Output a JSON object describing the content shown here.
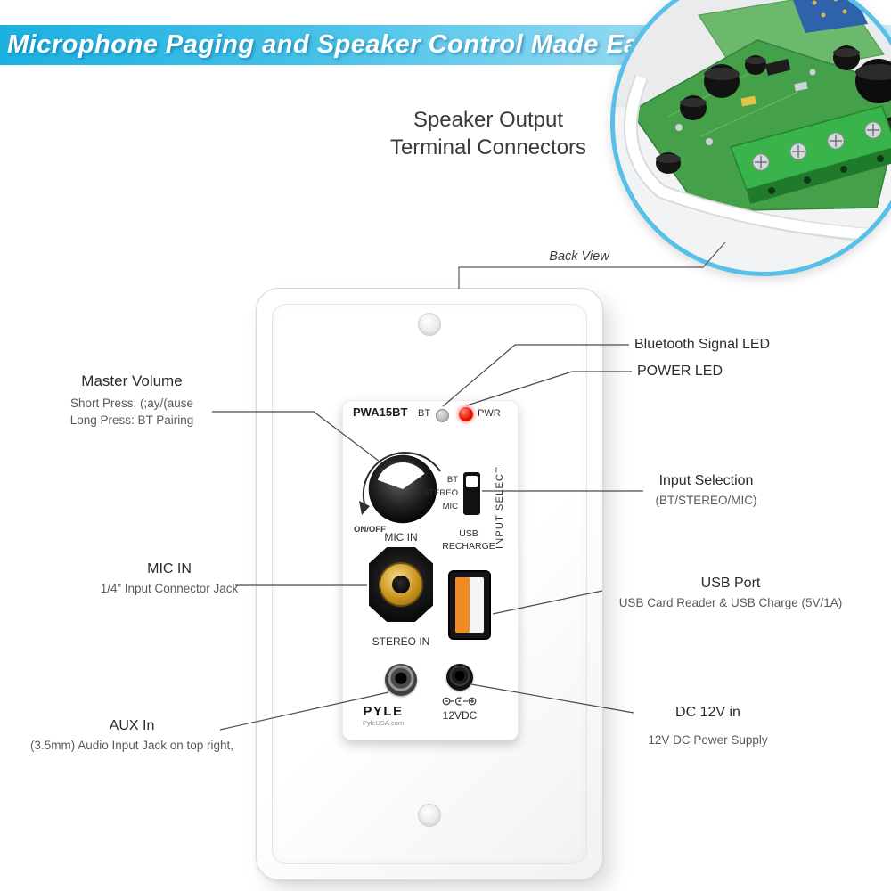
{
  "banner": {
    "title": "Microphone Paging and Speaker Control Made Easy"
  },
  "inset": {
    "caption_line1": "Speaker Output",
    "caption_line2": "Terminal Connectors"
  },
  "back_view_label": "Back View",
  "device": {
    "model": "PWA15BT",
    "bt_label": "BT",
    "pwr_label": "PWR",
    "onoff_label": "ON/OFF",
    "input_select_label": "INPUT SELECT",
    "switch_options": [
      "BT",
      "STEREO",
      "MIC"
    ],
    "mic_in_label": "MIC IN",
    "usb_line1": "USB",
    "usb_line2": "RECHARGE",
    "stereo_in_label": "STEREO IN",
    "dc_label": "12VDC",
    "brand": "PYLE",
    "brand_site": "PyleUSA.com"
  },
  "callouts": {
    "master_volume": {
      "title": "Master Volume",
      "line1": "Short Press: (;ay/(ause",
      "line2": "Long Press: BT Pairing"
    },
    "mic_in": {
      "title": "MIC IN",
      "line1": "1/4” Input Connector Jack"
    },
    "aux_in": {
      "title": "AUX In",
      "line1": "(3.5mm) Audio Input Jack on top right,"
    },
    "bluetooth_led": {
      "title": "Bluetooth Signal LED"
    },
    "power_led": {
      "title": "POWER LED"
    },
    "input_selection": {
      "title": "Input Selection",
      "line1": "(BT/STEREO/MIC)"
    },
    "usb_port": {
      "title": "USB Port",
      "line1": "USB Card Reader & USB Charge (5V/1A)"
    },
    "dc_in": {
      "title": "DC 12V in",
      "line1": "12V DC Power Supply"
    }
  },
  "colors": {
    "banner_start": "#1ab1e1",
    "banner_end": "#cfeef9",
    "inset_ring_blue": "#58c0e8",
    "led_red": "#ef1505",
    "led_grey": "#b5b5b5",
    "usb_orange": "#f08a25",
    "pcb_green": "#45a04a"
  }
}
